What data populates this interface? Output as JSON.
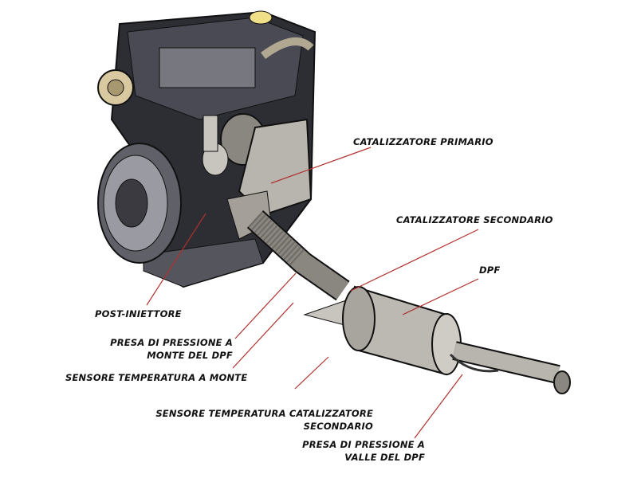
{
  "labels": {
    "catalizzatore_primario": "CATALIZZATORE PRIMARIO",
    "catalizzatore_secondario": "CATALIZZATORE SECONDARIO",
    "dpf": "DPF",
    "post_iniettore": "POST-INIETTORE",
    "presa_monte_1": "PRESA DI PRESSIONE A",
    "presa_monte_2": "MONTE DEL DPF",
    "sensore_monte": "SENSORE TEMPERATURA A MONTE",
    "sensore_cat_1": "SENSORE TEMPERATURA CATALIZZATORE",
    "sensore_cat_2": "SECONDARIO",
    "presa_valle_1": "PRESA DI PRESSIONE A",
    "presa_valle_2": "VALLE DEL DPF"
  },
  "colors": {
    "leader_line": "#b0302c",
    "metal": "#b8b4ae",
    "engine": "#2a2a30"
  }
}
